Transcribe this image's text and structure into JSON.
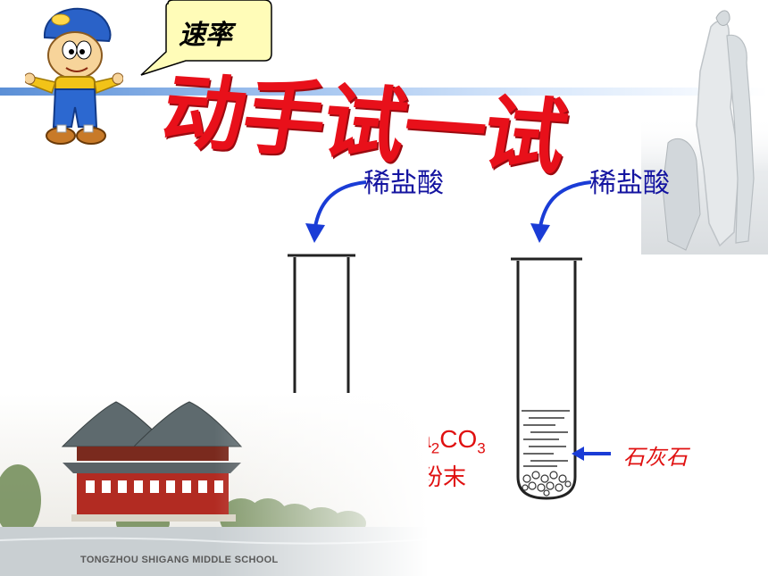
{
  "bubble": {
    "text": "速率"
  },
  "title": "动手试一试",
  "tubes": {
    "left": {
      "acid_label": "稀盐酸",
      "solid_formula": {
        "prefix": "Na",
        "sub1": "2",
        "mid": "CO",
        "sub2": "3"
      },
      "solid_desc": "粉末"
    },
    "right": {
      "acid_label": "稀盐酸",
      "solid_desc": "石灰石"
    }
  },
  "footer": {
    "school": "TONGZHOU SHIGANG MIDDLE SCHOOL"
  },
  "colors": {
    "title_red": "#e8101a",
    "acid_blue": "#1414a0",
    "arrow_blue": "#1a3cd6",
    "label_red": "#e01010"
  }
}
